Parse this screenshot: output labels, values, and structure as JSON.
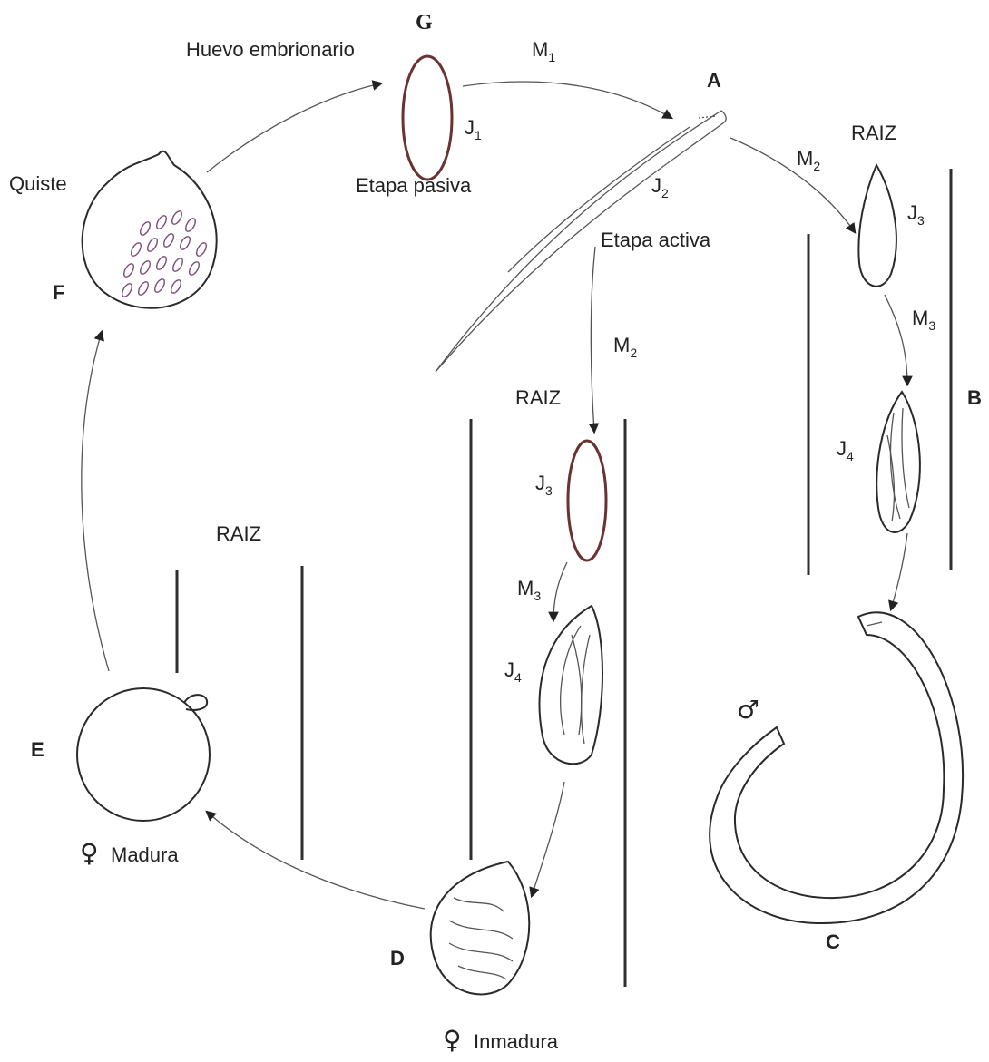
{
  "stage_letters": {
    "A": "A",
    "B": "B",
    "C": "C",
    "D": "D",
    "E": "E",
    "F": "F",
    "G": "G"
  },
  "labels": {
    "huevo": "Huevo embrionario",
    "etapa_pasiva": "Etapa pasiva",
    "etapa_activa": "Etapa activa",
    "quiste": "Quiste",
    "raiz_right": "RAIZ",
    "raiz_middle": "RAIZ",
    "raiz_left": "RAIZ",
    "madura": "Madura",
    "inmadura": "Inmadura"
  },
  "molts": {
    "m1": "M",
    "m1_sub": "1",
    "m2_right": "M",
    "m2_right_sub": "2",
    "m3_right": "M",
    "m3_right_sub": "3",
    "m2_middle": "M",
    "m2_middle_sub": "2",
    "m3_middle": "M",
    "m3_middle_sub": "3"
  },
  "juveniles": {
    "j1": "J",
    "j1_sub": "1",
    "j2": "J",
    "j2_sub": "2",
    "j3_right": "J",
    "j3_right_sub": "3",
    "j4_right": "J",
    "j4_right_sub": "4",
    "j3_middle": "J",
    "j3_middle_sub": "3",
    "j4_middle": "J",
    "j4_middle_sub": "4"
  },
  "symbols": {
    "male": "♂",
    "female_madura": "♀",
    "female_inmadura": "♀"
  }
}
